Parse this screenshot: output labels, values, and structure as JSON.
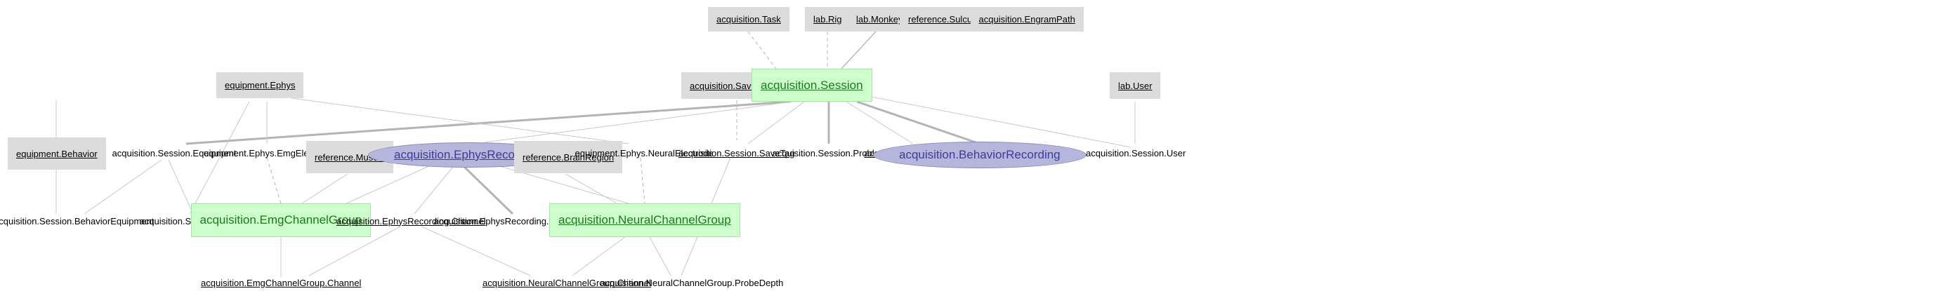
{
  "nodes": {
    "n_task": "acquisition.Task",
    "n_rig": "lab.Rig",
    "n_monkey": "lab.Monkey",
    "n_sulcus": "reference.Sulcus",
    "n_engram": "acquisition.EngramPath",
    "n_ephys": "equipment.Ephys",
    "n_savetagtype": "acquisition.SaveTagType",
    "n_session": "acquisition.Session",
    "n_user": "lab.User",
    "n_behavior": "equipment.Behavior",
    "n_sess_equip": "acquisition.Session.Equipment",
    "n_emg_electrode": "equipment.Ephys.EmgElectrode",
    "n_muscle": "reference.Muscle",
    "n_ephysrec": "acquisition.EphysRecording",
    "n_brainregion": "reference.BrainRegion",
    "n_neural_electrode": "equipment.Ephys.NeuralElectrode",
    "n_savetag": "acquisition.Session.SaveTag",
    "n_problem": "acquisition.Session.Problem",
    "n_notes": "acquisition.Session.Notes",
    "n_behaviorrec": "acquisition.BehaviorRecording",
    "n_sess_user": "acquisition.Session.User",
    "n_behav_equip": "acquisition.Session.BehaviorEquipment",
    "n_ephys_equip": "acquisition.Session.EphysEquipment",
    "n_emggroup": "acquisition.EmgChannelGroup",
    "n_rec_channel": "acquisition.EphysRecording.Channel",
    "n_blackrock": "acquisition.EphysRecording.BlackrockParams",
    "n_neuralgroup": "acquisition.NeuralChannelGroup",
    "n_emg_channel": "acquisition.EmgChannelGroup.Channel",
    "n_neural_channel": "acquisition.NeuralChannelGroup.Channel",
    "n_probedepth": "acquisition.NeuralChannelGroup.ProbeDepth"
  },
  "colors": {
    "lookup_fill": "#dcdcdc",
    "manual_fill": "#ccffcc",
    "manual_text": "#1a7a1a",
    "imported_fill": "#b6b6dc",
    "imported_text": "#3b3b9a",
    "edge": "#b4b4b4"
  }
}
